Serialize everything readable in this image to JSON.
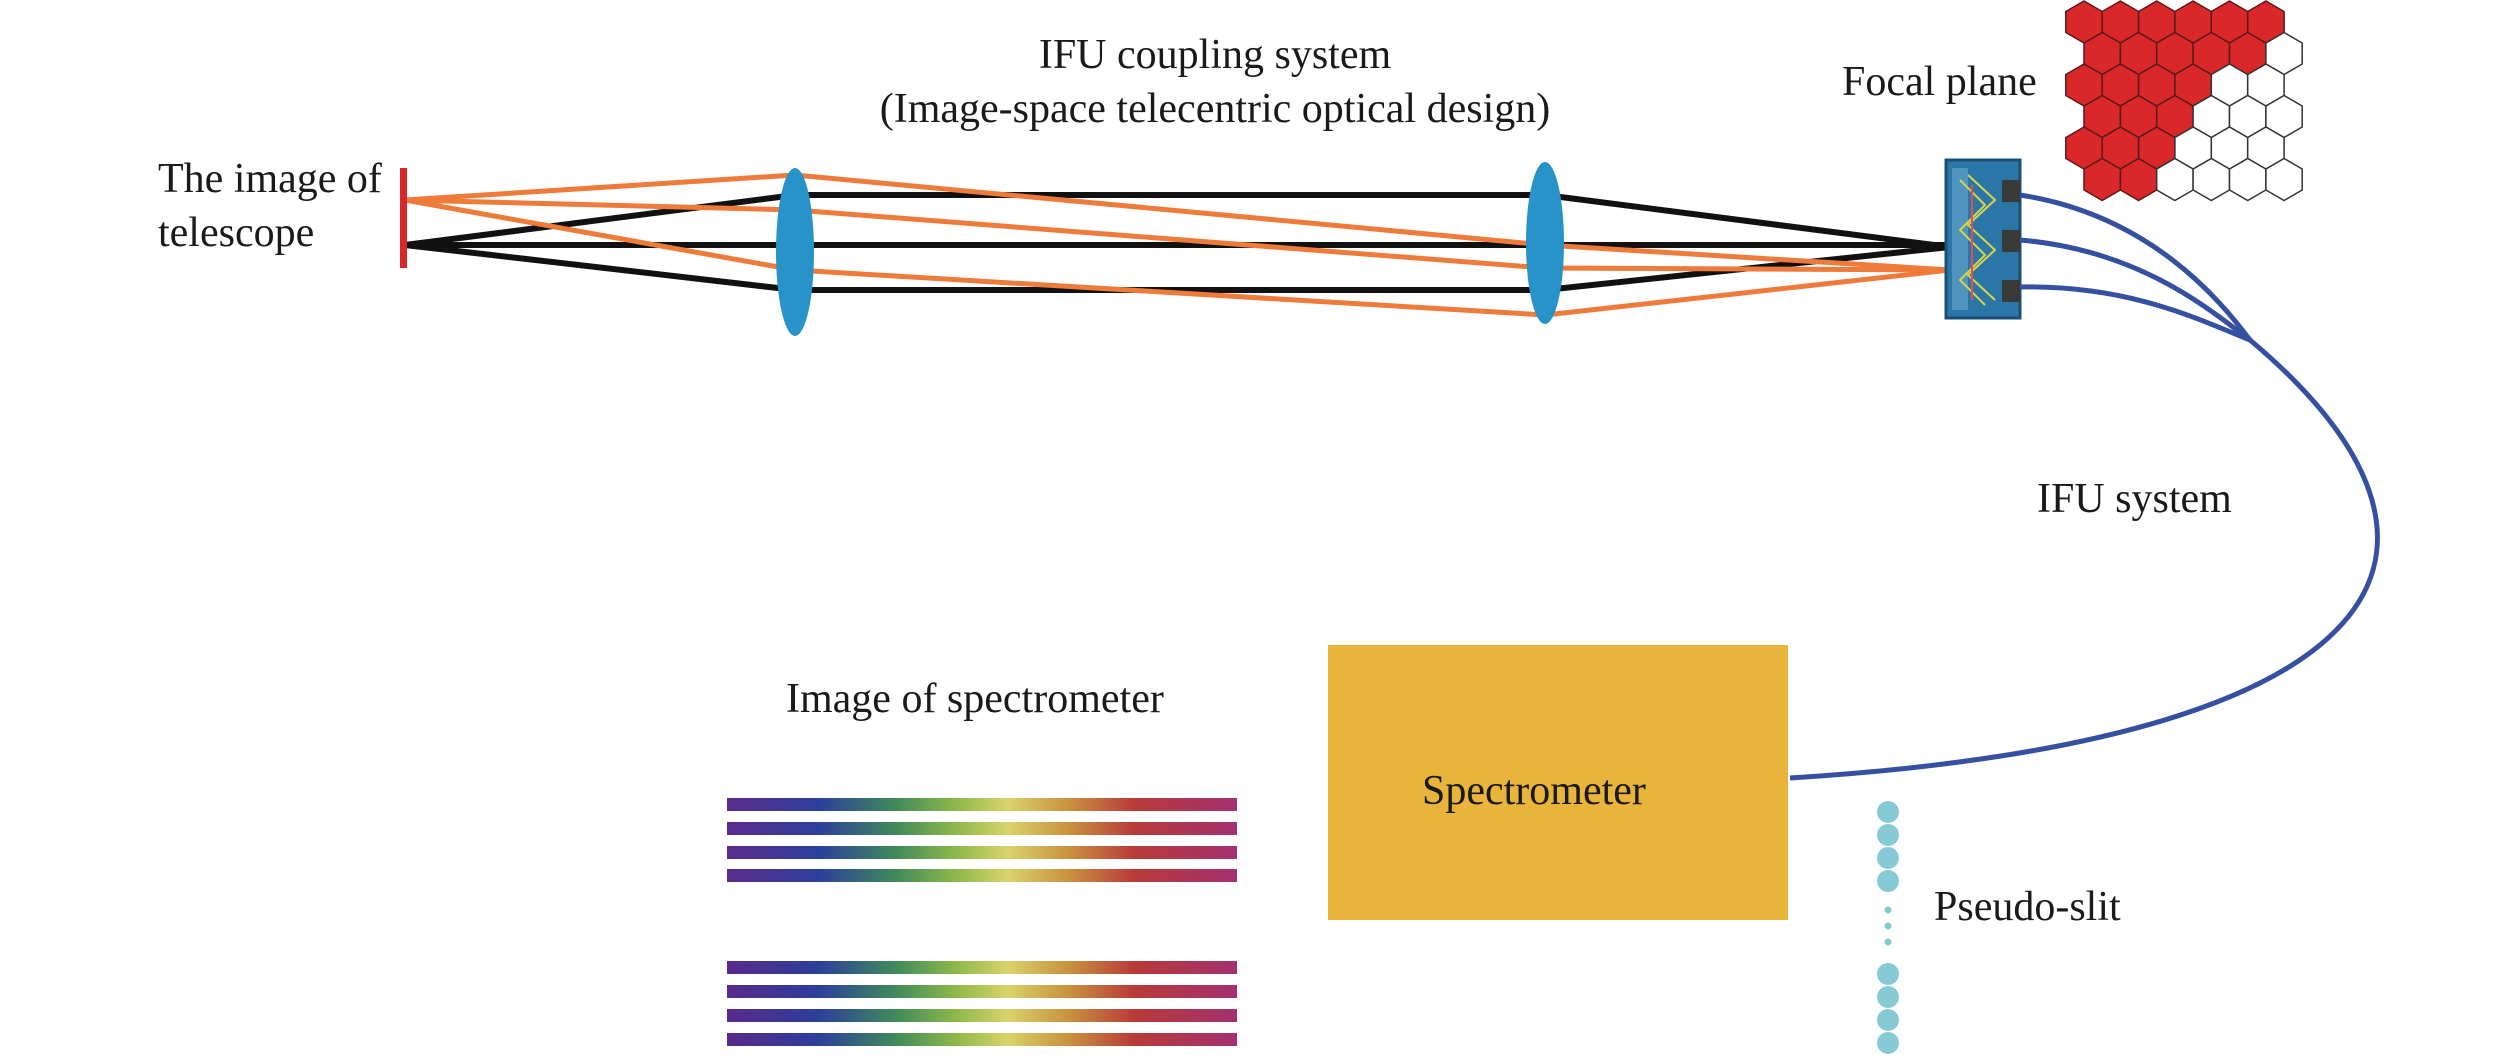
{
  "labels": {
    "coupling_title": "IFU coupling system",
    "coupling_subtitle": "(Image-space telecentric optical design)",
    "telescope_line1": "The image of",
    "telescope_line2": "telescope",
    "focal_plane": "Focal plane",
    "ifu_system": "IFU system",
    "spectrometer": "Spectrometer",
    "spectrometer_image": "Image of spectrometer",
    "pseudo_slit": "Pseudo-slit"
  },
  "colors": {
    "orange_rays": "#ee7b3a",
    "black_rays": "#111111",
    "lens": "#2793c9",
    "telescope_image": "#d9262b",
    "fiber": "#3650a1",
    "spectrometer_box": "#e9b43c",
    "hex_filled": "#d9272a",
    "pseudo_slit_dots": "#86cad6",
    "ifu_unit": "#2a76a6"
  },
  "spectrum_gradient": [
    "#5a2b8c",
    "#2c3f9b",
    "#3f8a5b",
    "#8fb84a",
    "#d8d36a",
    "#c9923f",
    "#b83a3a",
    "#a3306f"
  ]
}
